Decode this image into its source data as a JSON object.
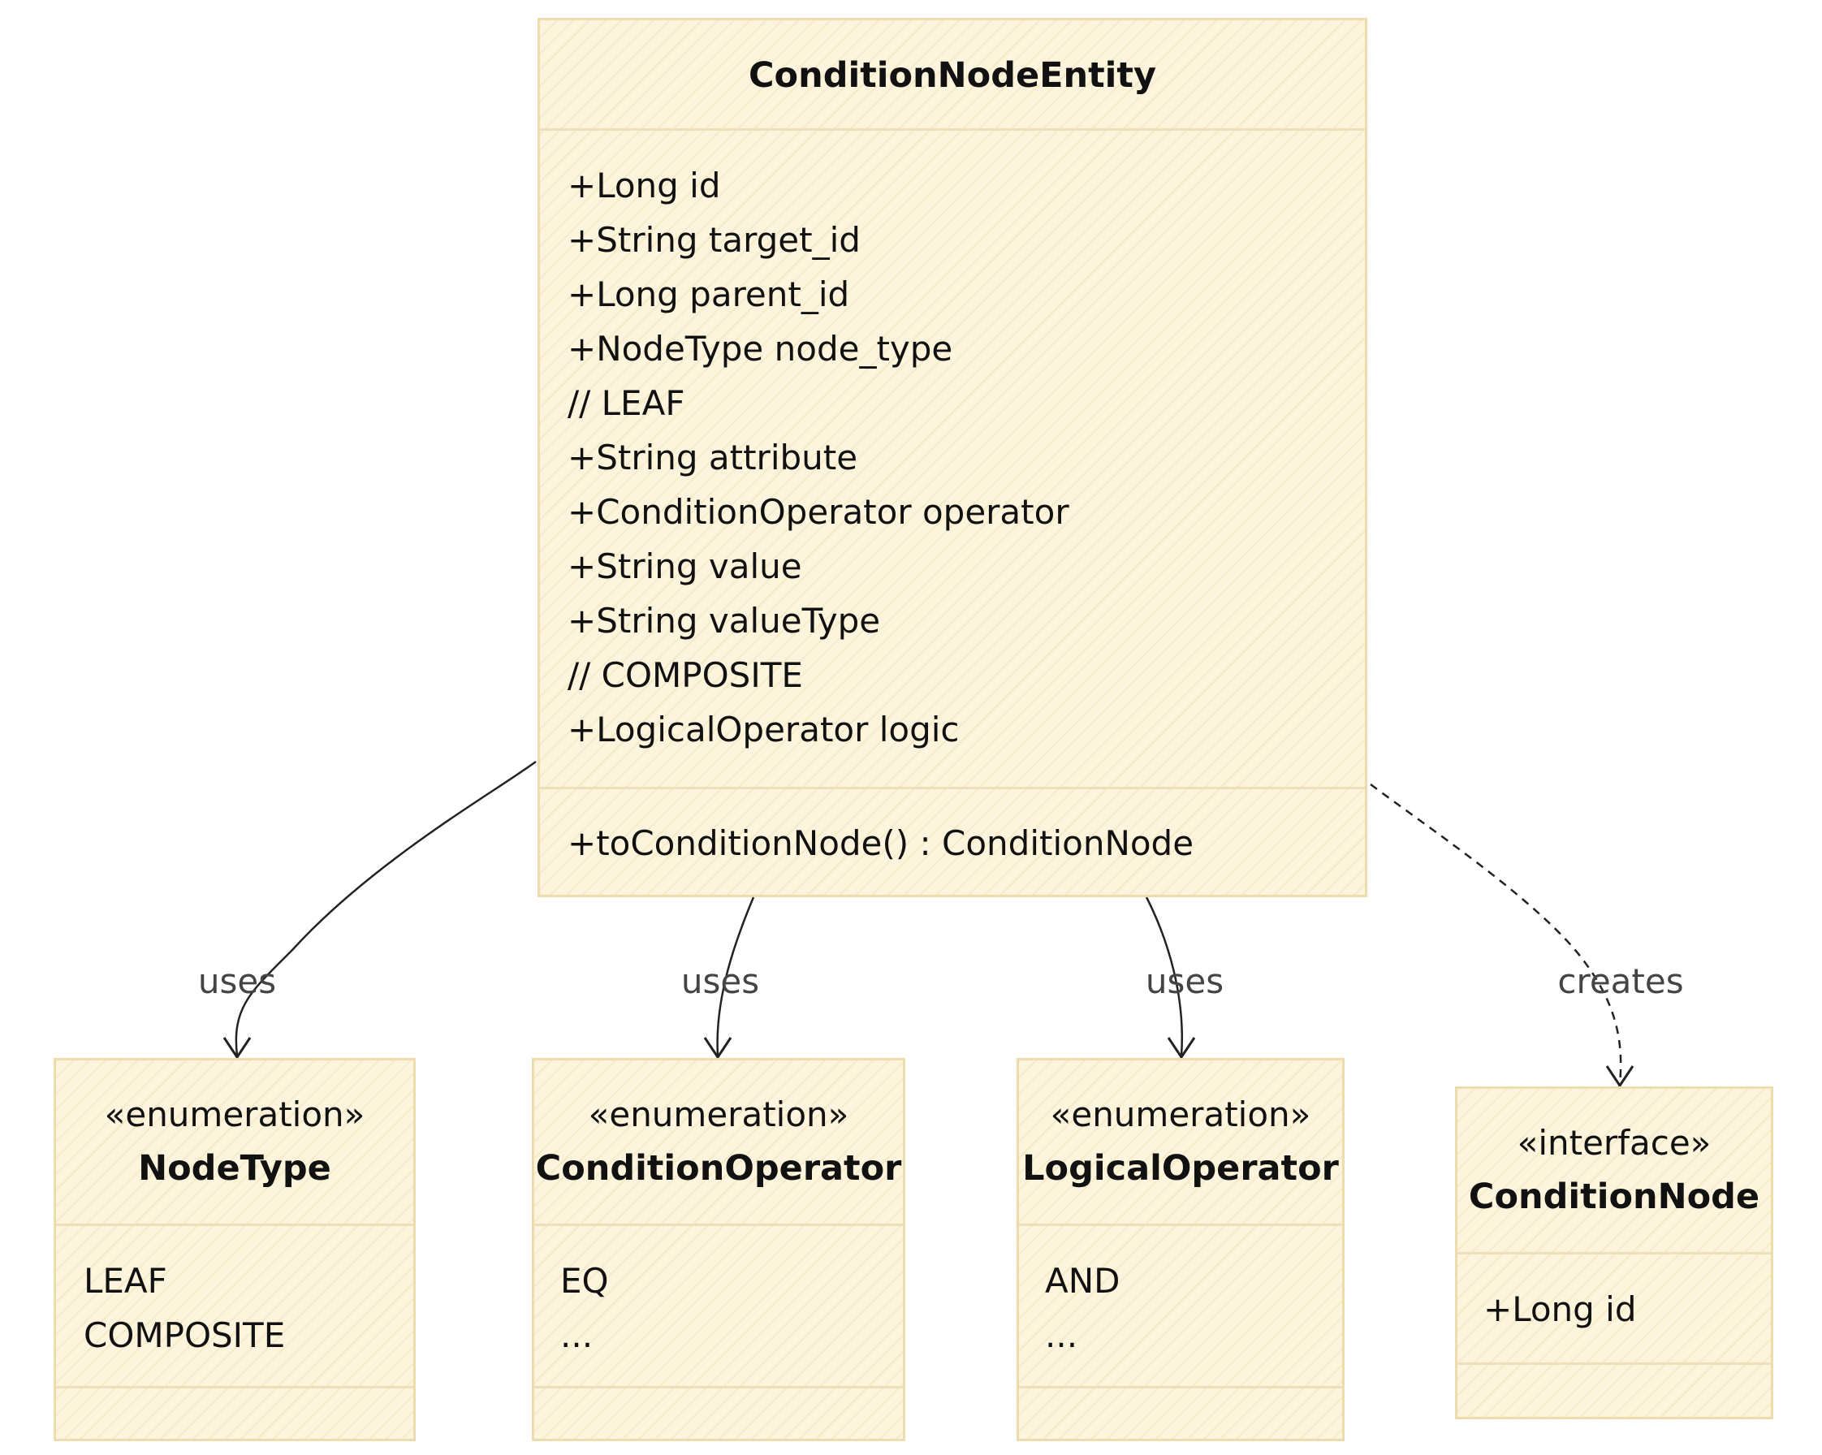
{
  "main_class": {
    "name": "ConditionNodeEntity",
    "attributes": [
      "+Long id",
      "+String target_id",
      "+Long parent_id",
      "+NodeType node_type",
      "// LEAF",
      "+String attribute",
      "+ConditionOperator operator",
      "+String value",
      "+String valueType",
      "// COMPOSITE",
      "+LogicalOperator logic"
    ],
    "methods": [
      "+toConditionNode() : ConditionNode"
    ]
  },
  "node_type": {
    "stereotype": "«enumeration»",
    "name": "NodeType",
    "values": [
      "LEAF",
      "COMPOSITE"
    ]
  },
  "condition_operator": {
    "stereotype": "«enumeration»",
    "name": "ConditionOperator",
    "values": [
      "EQ",
      "..."
    ]
  },
  "logical_operator": {
    "stereotype": "«enumeration»",
    "name": "LogicalOperator",
    "values": [
      "AND",
      "..."
    ]
  },
  "condition_node": {
    "stereotype": "«interface»",
    "name": "ConditionNode",
    "attributes": [
      "+Long id"
    ]
  },
  "relations": {
    "uses_node_type": "uses",
    "uses_condition_operator": "uses",
    "uses_logical_operator": "uses",
    "creates_condition_node": "creates"
  },
  "colors": {
    "box_fill": "#fcf4dc",
    "box_border": "#ecdcae",
    "edge": "#222222",
    "label": "#444444"
  }
}
